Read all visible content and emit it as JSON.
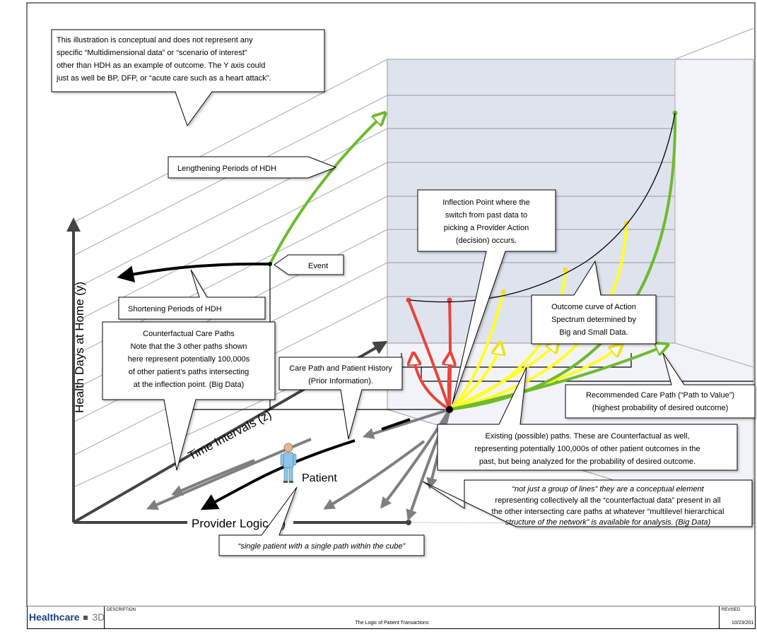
{
  "diagram": {
    "axes": {
      "y_label": "Health Days at Home (y)",
      "x_label": "Provider Logic (x)",
      "z_label": "Time Intervals (z)"
    },
    "patient_label": "Patient",
    "callouts": {
      "disclaimer": [
        "This illustration is conceptual and does not represent any",
        "specific “Multidimensional data” or “scenario of interest”",
        "other than HDH as an example of outcome. The Y axis could",
        "just as well be BP, DFP, or “acute care such as a heart attack”."
      ],
      "lengthening": "Lengthening Periods of HDH",
      "event": "Event",
      "shortening": "Shortening Periods of HDH",
      "inflection": [
        "Inflection Point where the",
        "switch from past data to",
        "picking a Provider Action",
        "(decision) occurs."
      ],
      "counterfactual": [
        "Counterfactual Care Paths",
        "Note that the 3 other paths shown",
        "here represent potentially 100,000s",
        "of other patient’s paths intersecting",
        "at the inflection point.  (Big Data)"
      ],
      "care_path": [
        "Care Path and Patient History",
        "(Prior Information)."
      ],
      "outcome_curve": [
        "Outcome curve of Action",
        "Spectrum determined by",
        "Big and Small Data."
      ],
      "recommended": [
        "Recommended Care Path (“Path to Value”)",
        "(highest probability of desired outcome)"
      ],
      "existing": [
        "Existing (possible) paths. These are Counterfactual as well,",
        "representing potentially 100,000s of other patient outcomes in the",
        "past, but being analyzed for the probability of desired outcome."
      ],
      "not_just_lines": [
        "“not just a group of lines” they are a conceptual element",
        "representing collectively all the “counterfactual data” present in all",
        "the other intersecting care paths at whatever “multilevel hierarchical",
        "structure of the network”  is available for analysis.  (Big Data)"
      ],
      "single_patient": "“single patient with a single path within the cube”"
    },
    "colors": {
      "red_paths": "#e8443a",
      "yellow_paths": "#ffff22",
      "green_path": "#6dbb2f",
      "gray_paths": "#7f7f7f",
      "cube_fill": "#dfe3ee"
    }
  },
  "footer": {
    "brand": "Healthcare",
    "brand_suffix": "3D",
    "description_label": "DESCRIPTION",
    "title": "The Logic of Patient Transactions",
    "revised_label": "REVISED",
    "revised_date": "10/23/201"
  }
}
